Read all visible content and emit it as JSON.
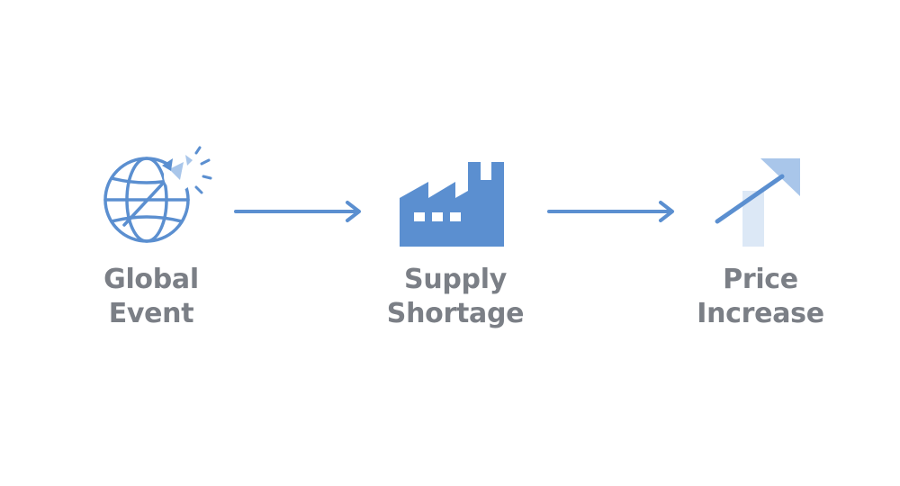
{
  "colors": {
    "primary": "#5b8fd0",
    "light": "#a9c6ea",
    "pale": "#dce8f6",
    "label": "#7b7f86"
  },
  "steps": [
    {
      "icon": "globe-impact-icon",
      "line1": "Global",
      "line2": "Event"
    },
    {
      "icon": "factory-icon",
      "line1": "Supply",
      "line2": "Shortage"
    },
    {
      "icon": "trend-up-arrow-icon",
      "line1": "Price",
      "line2": "Increase"
    }
  ],
  "connectors": [
    "arrow-right-icon",
    "arrow-right-icon"
  ]
}
